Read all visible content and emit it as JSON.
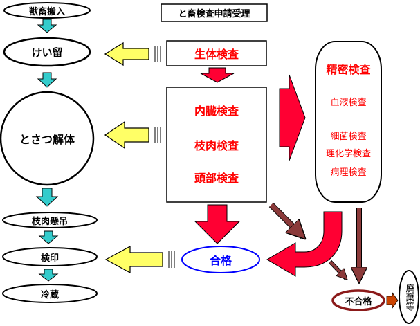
{
  "title": "と畜検査申請受理",
  "left_flow": {
    "arrival": "獣畜搬入",
    "holding": "けい留",
    "slaughter": "とさつ解体",
    "hanging": "枝肉懸吊",
    "stamp": "検印",
    "cold_storage": "冷蔵"
  },
  "center_flow": {
    "antemortem": "生体検査",
    "organs": "内臓検査",
    "carcass": "枝肉検査",
    "head": "頭部検査",
    "pass": "合格"
  },
  "right_flow": {
    "detailed": "精密検査",
    "tests": [
      "血液検査",
      "細菌検査",
      "理化学検査",
      "病理検査"
    ],
    "fail": "不合格",
    "disposal": "廃棄等"
  },
  "colors": {
    "red": "#ff0000",
    "dark_red": "#8b1a1a",
    "blue": "#0000ff",
    "yellow_arrow": "#ffff66",
    "cyan_arrow": "#33cccc",
    "red_arrow": "#ff0033",
    "brown_arrow": "#8b3a3a"
  }
}
